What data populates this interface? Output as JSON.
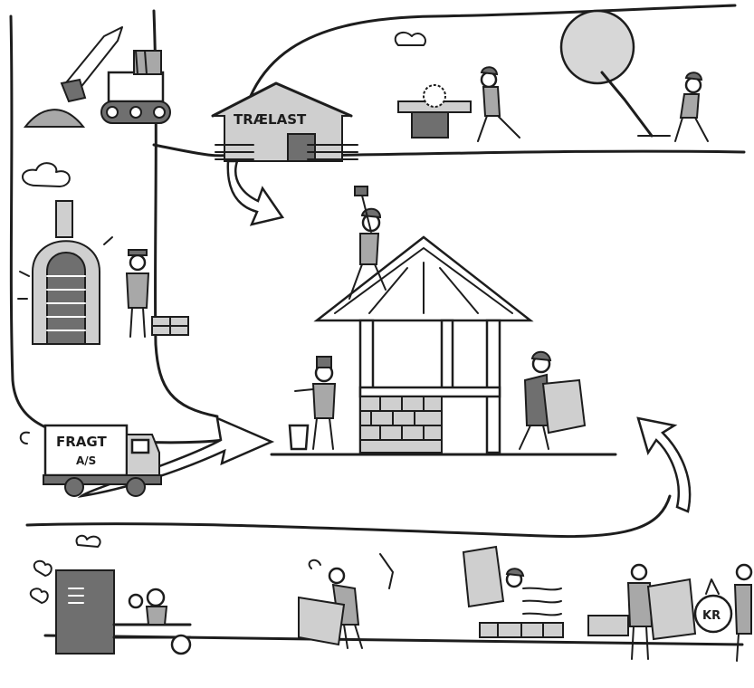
{
  "illustration": {
    "sign_traelast": "TRÆLAST",
    "truck_line1": "FRAGT",
    "truck_line2": "A/S",
    "coin_label": "KR"
  }
}
